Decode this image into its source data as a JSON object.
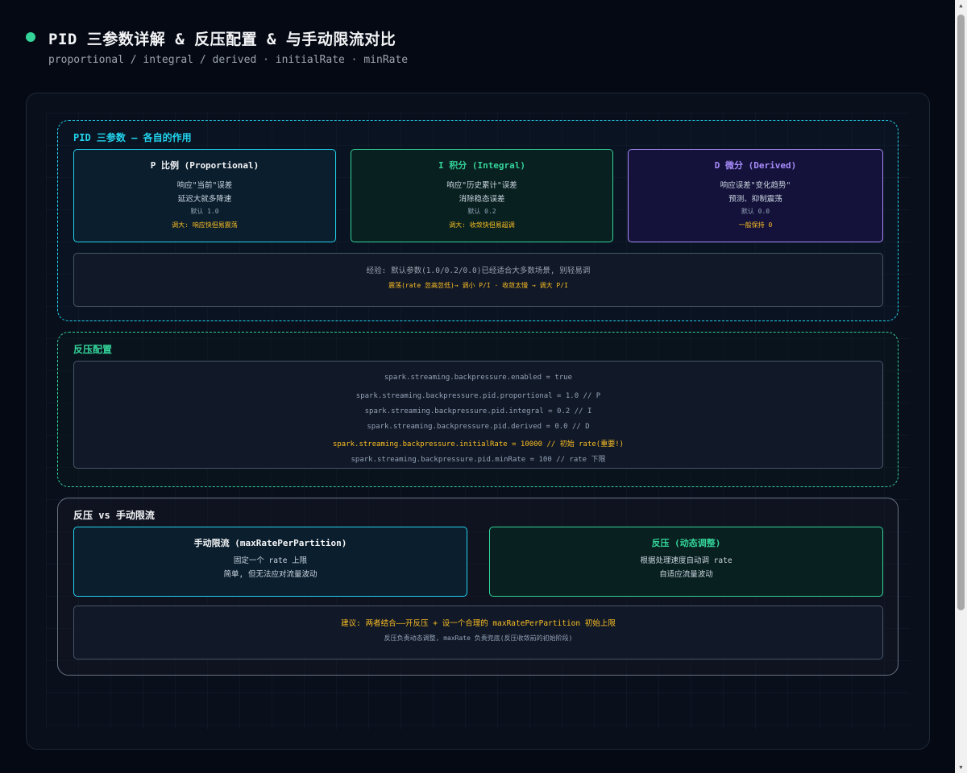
{
  "header": {
    "title": "PID 三参数详解 & 反压配置 & 与手动限流对比",
    "subtitle": "proportional / integral / derived · initialRate · minRate"
  },
  "pid_section": {
    "label": "PID 三参数 — 各自的作用",
    "cards": [
      {
        "title": "P 比例 (Proportional)",
        "line1": "响应\"当前\"误差",
        "line2": "延迟大就多降速",
        "default": "默认 1.0",
        "warning": "调大: 响应快但易震荡",
        "color": "#f3f4f6"
      },
      {
        "title": "I 积分 (Integral)",
        "line1": "响应\"历史累计\"误差",
        "line2": "消除稳态误差",
        "default": "默认 0.2",
        "warning": "调大: 收敛快但易超调",
        "color": "#34d399"
      },
      {
        "title": "D 微分 (Derived)",
        "line1": "响应误差\"变化趋势\"",
        "line2": "预测、抑制震荡",
        "default": "默认 0.0",
        "warning": "一般保持 0",
        "color": "#a78bfa"
      }
    ],
    "note": {
      "line1": "经验: 默认参数(1.0/0.2/0.0)已经适合大多数场景, 别轻易调",
      "line2": "震荡(rate 忽高忽低)→ 调小 P/I · 收敛太慢 → 调大 P/I"
    }
  },
  "backpressure_section": {
    "label": "反压配置",
    "lines": [
      {
        "text": "spark.streaming.backpressure.enabled = true",
        "highlight": false
      },
      {
        "text": "spark.streaming.backpressure.pid.proportional = 1.0 // P",
        "highlight": false
      },
      {
        "text": "spark.streaming.backpressure.pid.integral = 0.2 // I",
        "highlight": false
      },
      {
        "text": "spark.streaming.backpressure.pid.derived = 0.0 // D",
        "highlight": false
      },
      {
        "text": "spark.streaming.backpressure.initialRate = 10000 // 初始 rate(重要!)",
        "highlight": true
      },
      {
        "text": "spark.streaming.backpressure.pid.minRate = 100 // rate 下限",
        "highlight": false
      }
    ]
  },
  "compare_section": {
    "label": "反压 vs 手动限流",
    "manual": {
      "title": "手动限流 (maxRatePerPartition)",
      "line1": "固定一个 rate 上限",
      "line2": "简单, 但无法应对流量波动",
      "color": "#f3f4f6"
    },
    "backpressure": {
      "title": "反压 (动态调整)",
      "line1": "根据处理速度自动调 rate",
      "line2": "自适应流量波动",
      "color": "#34d399"
    },
    "advice": {
      "line1": "建议: 两者结合——开反压 + 设一个合理的 maxRatePerPartition 初始上限",
      "line2": "反压负责动态调整, maxRate 负责兜底(反压收敛前的初始阶段)"
    }
  },
  "colors": {
    "background": "#050914",
    "cyan": "#22d3ee",
    "green": "#34d399",
    "purple": "#a78bfa",
    "amber": "#fbbf24",
    "gray_border": "#6b7280"
  }
}
